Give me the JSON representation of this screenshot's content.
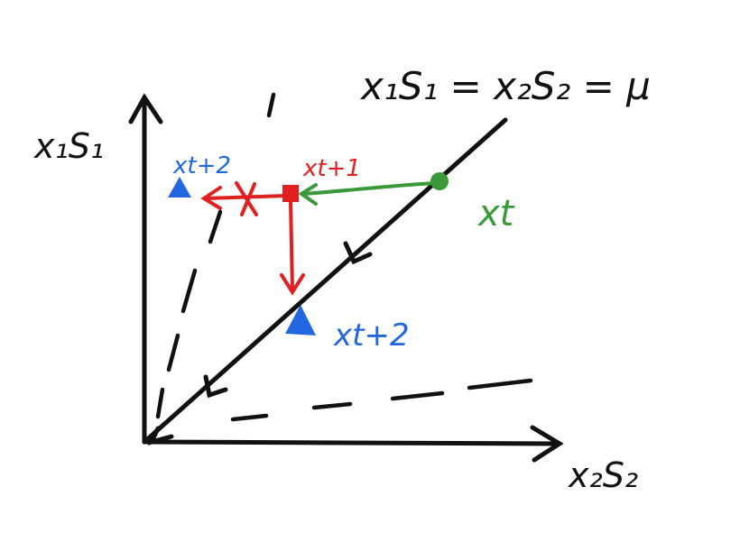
{
  "colors": {
    "ink": "#111111",
    "green": "#3a9a3a",
    "red": "#e02020",
    "blue": "#2266e0"
  },
  "labels": {
    "equation": "x₁S₁ = x₂S₂ = μ",
    "y_axis": "x₁S₁",
    "x_axis": "x₂S₂",
    "xt": "xt",
    "xt1": "xt+1",
    "xt2_on_line": "xt+2",
    "xt2_rejected": "xt+2"
  },
  "icons": {
    "rejected_step": "x-mark-icon",
    "current_point": "circle-icon",
    "projected_point": "square-icon",
    "next_point": "triangle-icon"
  }
}
